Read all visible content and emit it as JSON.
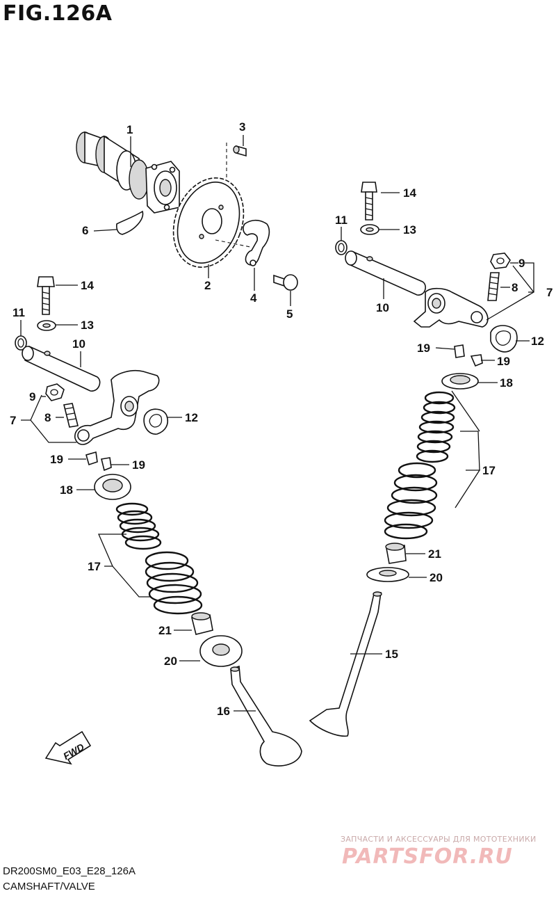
{
  "figure": {
    "title": "FIG.126A",
    "model_code": "DR200SM0_E03_E28_126A",
    "caption": "CAMSHAFT/VALVE"
  },
  "callouts": {
    "c1": "1",
    "c2": "2",
    "c3": "3",
    "c4": "4",
    "c5": "5",
    "c6": "6",
    "c7a": "7",
    "c7b": "7",
    "c8a": "8",
    "c8b": "8",
    "c9a": "9",
    "c9b": "9",
    "c10a": "10",
    "c10b": "10",
    "c11a": "11",
    "c11b": "11",
    "c12a": "12",
    "c12b": "12",
    "c13a": "13",
    "c13b": "13",
    "c14a": "14",
    "c14b": "14",
    "c15": "15",
    "c16": "16",
    "c17a": "17",
    "c17b": "17",
    "c18a": "18",
    "c18b": "18",
    "c19a": "19",
    "c19b": "19",
    "c19c": "19",
    "c19d": "19",
    "c20a": "20",
    "c20b": "20",
    "c21a": "21",
    "c21b": "21"
  },
  "fwd_label": "FWD",
  "watermark": {
    "tagline": "ЗАПЧАСТИ И АКСЕССУАРЫ ДЛЯ МОТОТЕХНИКИ",
    "logo": "PARTSFOR.RU"
  }
}
